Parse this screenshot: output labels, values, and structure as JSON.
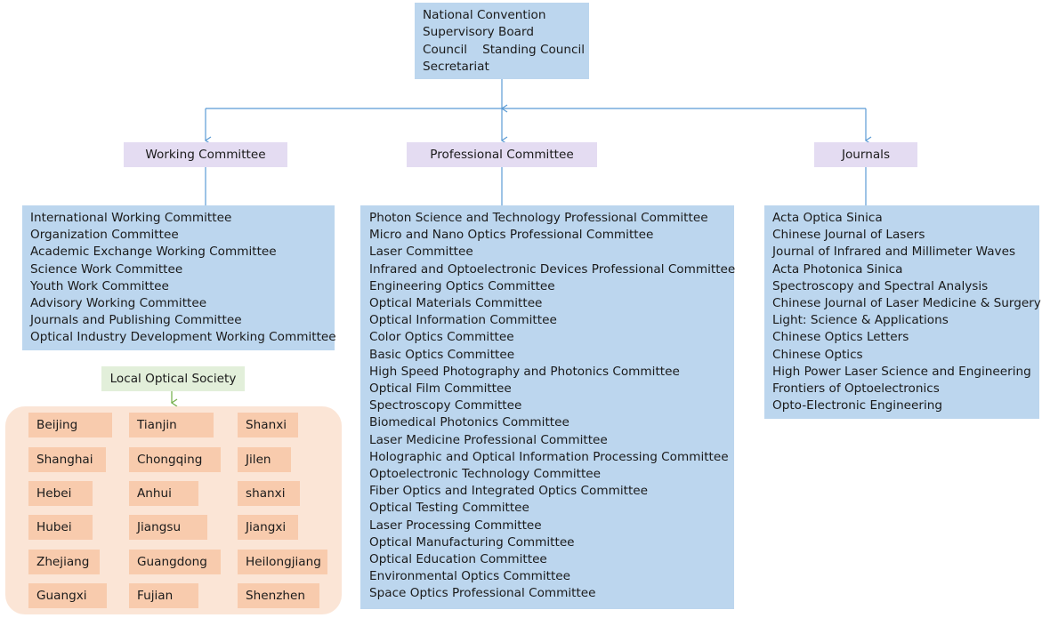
{
  "top_box": {
    "line1": "National Convention",
    "line2": "Supervisory Board",
    "council": "Council",
    "standing_council": "Standing Council",
    "line4": "Secretariat"
  },
  "working_committee": {
    "title": "Working Committee",
    "items": [
      "International Working Committee",
      "Organization Committee",
      "Academic Exchange Working Committee",
      "Science Work Committee",
      "Youth Work Committee",
      "Advisory Working Committee",
      "Journals and Publishing Committee",
      "Optical Industry Development Working Committee"
    ]
  },
  "professional_committee": {
    "title": "Professional Committee",
    "items": [
      "Photon Science and Technology Professional Committee",
      "Micro and Nano Optics Professional Committee",
      "Laser Committee",
      "Infrared and Optoelectronic Devices Professional Committee",
      "Engineering Optics Committee",
      "Optical Materials Committee",
      "Optical Information Committee",
      "Color Optics Committee",
      "Basic Optics Committee",
      "High Speed Photography and Photonics Committee",
      "Optical Film Committee",
      "Spectroscopy Committee",
      "Biomedical Photonics Committee",
      "Laser Medicine Professional Committee",
      "Holographic and Optical Information Processing Committee",
      "Optoelectronic Technology Committee",
      "Fiber Optics and Integrated Optics Committee",
      "Optical Testing Committee",
      "Laser Processing Committee",
      "Optical Manufacturing Committee",
      "Optical Education Committee",
      "Environmental Optics Committee",
      "Space Optics Professional Committee"
    ]
  },
  "journals": {
    "title": "Journals",
    "items": [
      "Acta Optica Sinica",
      "Chinese Journal of Lasers",
      "Journal of Infrared and Millimeter Waves",
      "Acta Photonica Sinica",
      "Spectroscopy and Spectral Analysis",
      "Chinese Journal of Laser Medicine & Surgery",
      "Light: Science & Applications",
      "Chinese Optics Letters",
      "Chinese Optics",
      "High Power Laser Science and Engineering",
      "Frontiers of Optoelectronics",
      "Opto-Electronic Engineering"
    ]
  },
  "local_society": {
    "title": "Local Optical Society",
    "cities": [
      "Beijing",
      "Tianjin",
      "Shanxi",
      "Shanghai",
      "Chongqing",
      "Jilen",
      "Hebei",
      "Anhui",
      "shanxi",
      "Hubei",
      "Jiangsu",
      "Jiangxi",
      "Zhejiang",
      "Guangdong",
      "Heilongjiang",
      "Guangxi",
      "Fujian",
      "Shenzhen"
    ]
  },
  "colors": {
    "box_blue": "#bcd6ee",
    "header_lavender": "#e4dcf2",
    "local_green": "#e2efda",
    "panel_peach": "#fbe5d6",
    "city_salmon": "#f8cbad",
    "connector_blue": "#5b9bd5",
    "arrow_green": "#70ad47"
  }
}
